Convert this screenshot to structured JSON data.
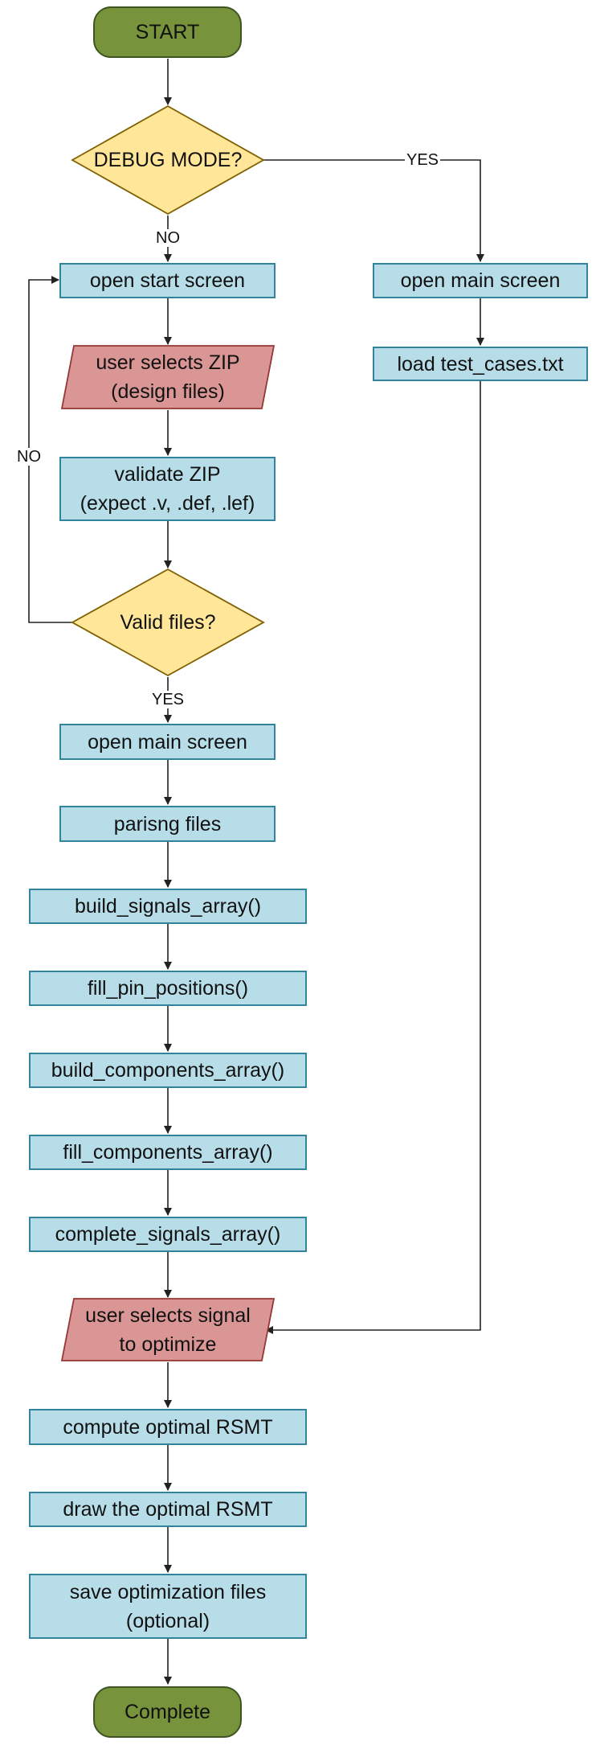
{
  "colors": {
    "process_fill": "#b7dde8",
    "process_border": "#31849b",
    "terminal_fill": "#77933c",
    "decision_fill": "#ffe699",
    "io_fill": "#d99694",
    "connector": "#222222"
  },
  "terminals": {
    "start": "START",
    "end": "Complete"
  },
  "decisions": {
    "debug_mode": "DEBUG MODE?",
    "valid_files": "Valid files?"
  },
  "branch_labels": {
    "debug_yes": "YES",
    "debug_no": "NO",
    "valid_no": "NO",
    "valid_yes": "YES"
  },
  "steps": {
    "open_start_screen": "open start screen",
    "user_selects_zip": "user selects ZIP\n(design files)",
    "validate_zip": "validate ZIP\n(expect .v, .def, .lef)",
    "open_main_screen": "open main screen",
    "parsing_files": "parisng files",
    "build_signals_array": "build_signals_array()",
    "fill_pin_positions": "fill_pin_positions()",
    "build_components_array": "build_components_array()",
    "fill_components_array": "fill_components_array()",
    "complete_signals_array": "complete_signals_array()",
    "user_selects_signal": "user selects signal\nto optimize",
    "compute_optimal_rsmt": "compute optimal RSMT",
    "draw_optimal_rsmt": "draw the optimal RSMT",
    "save_optimization_files": "save optimization files\n(optional)"
  },
  "debug_branch": {
    "open_main_screen": "open main screen",
    "load_test_cases": "load test_cases.txt"
  }
}
